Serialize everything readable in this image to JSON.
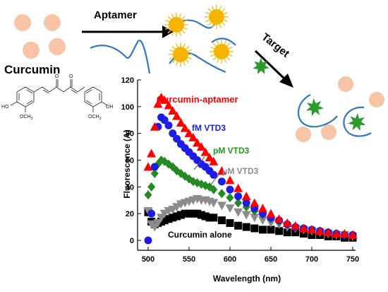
{
  "labels": {
    "curcumin": "Curcumin",
    "aptamer": "Aptamer",
    "target": "Target",
    "ho_left": "HO",
    "och3_left": "OCH",
    "och3_left_sub": "3",
    "oh_right": "OH",
    "och3_right": "OCH",
    "och3_right_sub": "3",
    "o_left": "O",
    "o_right": "O"
  },
  "colors": {
    "curcumin_dot": "#f7c4a5",
    "aptamer_strand": "#2f78c4",
    "sun": "#f5b400",
    "sun_rays": "#f2c21e",
    "target_star": "#2c9a2c",
    "text": "#000000"
  },
  "chart_data": {
    "type": "scatter",
    "xlabel": "Wavelength (nm)",
    "ylabel": "Fluorescence (A)",
    "xlim": [
      490,
      760
    ],
    "ylim": [
      -5,
      120
    ],
    "xticks": [
      500,
      550,
      600,
      650,
      700,
      750
    ],
    "yticks": [
      0,
      20,
      40,
      60,
      80,
      100,
      120
    ],
    "series": [
      {
        "name": "Curcumin-aptamer",
        "marker": "triangle",
        "color": "#ff0000",
        "label_color": "#ff0000",
        "x": [
          500,
          504,
          508,
          512,
          516,
          520,
          525,
          530,
          535,
          540,
          545,
          550,
          555,
          560,
          565,
          570,
          575,
          580,
          590,
          600,
          610,
          620,
          630,
          640,
          650,
          660,
          670,
          680,
          690,
          700,
          710,
          720,
          730,
          740,
          750
        ],
        "y": [
          55,
          65,
          85,
          102,
          107,
          105,
          101,
          97,
          93,
          88,
          84,
          80,
          77,
          73,
          70,
          66,
          62,
          59,
          52,
          45,
          39,
          33,
          28,
          24,
          20,
          16,
          13,
          11,
          9,
          8,
          7,
          6,
          5,
          5,
          4
        ]
      },
      {
        "name": "fM VTD3",
        "marker": "circle",
        "color": "#1c1ce6",
        "label_color": "#1c1ce6",
        "x": [
          500,
          504,
          508,
          512,
          516,
          520,
          525,
          530,
          535,
          540,
          545,
          550,
          555,
          560,
          565,
          570,
          575,
          580,
          590,
          600,
          610,
          620,
          630,
          640,
          650,
          660,
          670,
          680,
          690,
          700,
          710,
          720,
          730,
          740,
          750
        ],
        "y": [
          0,
          20,
          55,
          85,
          92,
          90,
          86,
          80,
          76,
          72,
          69,
          66,
          63,
          60,
          57,
          55,
          52,
          49,
          44,
          38,
          33,
          28,
          24,
          20,
          17,
          15,
          12,
          10,
          9,
          8,
          7,
          6,
          5,
          4,
          4
        ]
      },
      {
        "name": "pM VTD3",
        "marker": "diamond",
        "color": "#228b22",
        "label_color": "#1a9e1a",
        "x": [
          500,
          504,
          508,
          512,
          516,
          520,
          525,
          530,
          535,
          540,
          545,
          550,
          555,
          560,
          565,
          570,
          575,
          580,
          590,
          600,
          610,
          620,
          630,
          640,
          650,
          660,
          670,
          680,
          690,
          700,
          710,
          720,
          730,
          740,
          750
        ],
        "y": [
          34,
          40,
          50,
          57,
          60,
          59,
          57,
          55,
          52,
          50,
          48,
          46,
          44,
          43,
          42,
          41,
          40,
          38,
          35,
          32,
          28,
          25,
          22,
          19,
          16,
          14,
          12,
          10,
          9,
          8,
          7,
          6,
          5,
          4,
          4
        ]
      },
      {
        "name": "μM VTD3",
        "marker": "triangle-down",
        "color": "#8c8c8c",
        "label_color": "#8c8c8c",
        "x": [
          500,
          504,
          508,
          512,
          516,
          520,
          525,
          530,
          535,
          540,
          545,
          550,
          555,
          560,
          565,
          570,
          575,
          580,
          590,
          600,
          610,
          620,
          630,
          640,
          650,
          660,
          670,
          680,
          690,
          700,
          710,
          720,
          730,
          740,
          750
        ],
        "y": [
          22,
          12,
          10,
          13,
          17,
          20,
          22,
          23,
          25,
          27,
          28,
          29,
          30,
          31,
          30,
          30,
          29,
          28,
          26,
          24,
          21,
          19,
          17,
          15,
          13,
          12,
          10,
          9,
          8,
          7,
          6,
          5,
          4,
          4,
          3
        ]
      },
      {
        "name": "Curcumin alone",
        "marker": "square",
        "color": "#000000",
        "label_color": "#000000",
        "x": [
          500,
          504,
          508,
          512,
          516,
          520,
          525,
          530,
          535,
          540,
          545,
          550,
          555,
          560,
          565,
          570,
          575,
          580,
          590,
          600,
          610,
          620,
          630,
          640,
          650,
          660,
          670,
          680,
          690,
          700,
          710,
          720,
          730,
          740,
          750
        ],
        "y": [
          21,
          14,
          12,
          13,
          14,
          15,
          16,
          17,
          18,
          19,
          20,
          20,
          20,
          20,
          19,
          18,
          17,
          17,
          15,
          13,
          11,
          10,
          9,
          8,
          8,
          7,
          6,
          6,
          5,
          4,
          4,
          3,
          3,
          2,
          2
        ]
      }
    ]
  }
}
